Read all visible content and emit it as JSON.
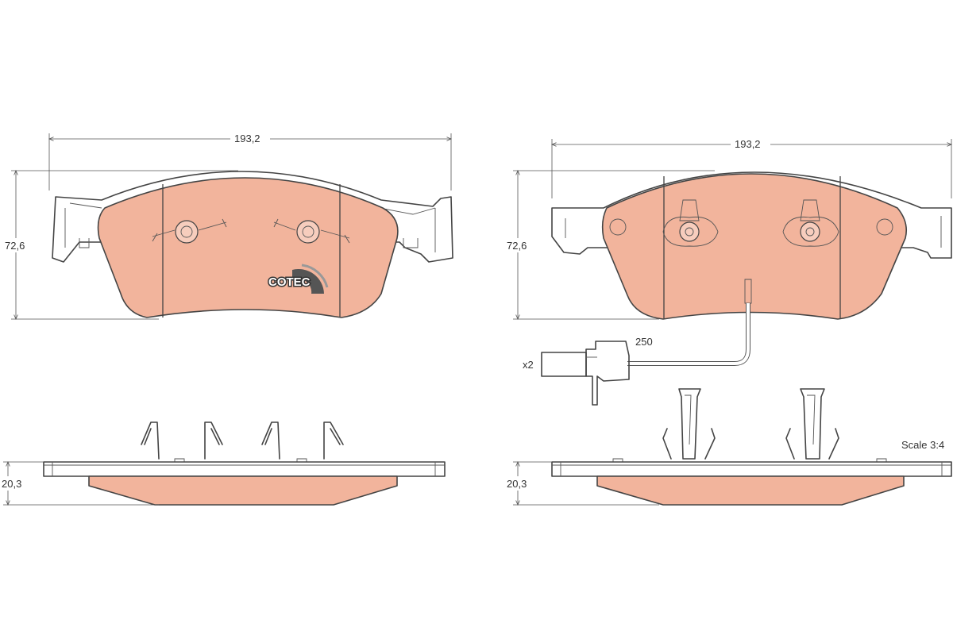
{
  "left_view": {
    "width_dim": "193,2",
    "height_dim": "72,6",
    "thickness_dim": "20,3",
    "logo_text": "COTEC"
  },
  "right_view": {
    "width_dim": "193,2",
    "height_dim": "72,6",
    "thickness_dim": "20,3",
    "sensor_length": "250",
    "sensor_count": "x2"
  },
  "scale_label": "Scale 3:4",
  "colors": {
    "friction_material": "#f2b49c",
    "line": "#444444"
  }
}
